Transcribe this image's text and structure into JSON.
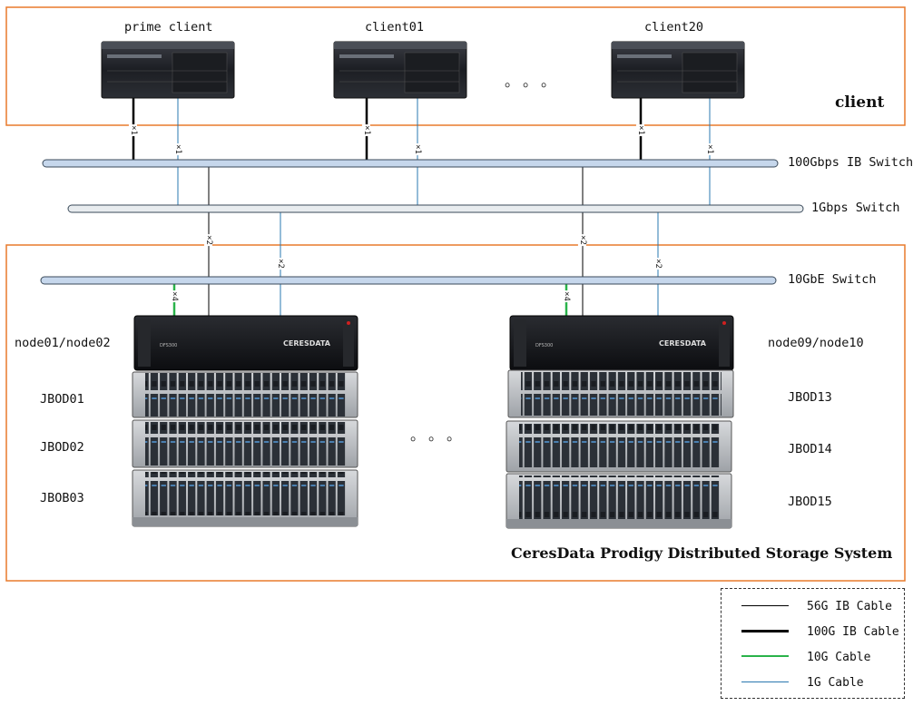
{
  "clients": [
    {
      "label": "prime client"
    },
    {
      "label": "client01"
    },
    {
      "label": "client20"
    }
  ],
  "client_group_label": "client",
  "switches": {
    "ib_100g": "100Gbps IB Switch",
    "gbe_1g": "1Gbps Switch",
    "gbe_10g": "10GbE Switch"
  },
  "cable_counts": {
    "x1": "×1",
    "x2": "×2",
    "x4": "×4"
  },
  "nodes": [
    {
      "label": "node01/node02",
      "brand": "CERESDATA",
      "model": "DFS300"
    },
    {
      "label": "node09/node10",
      "brand": "CERESDATA",
      "model": "DFS300"
    }
  ],
  "jbods_left": [
    "JBOD01",
    "JBOD02",
    "JBOB03"
  ],
  "jbods_right": [
    "JBOD13",
    "JBOD14",
    "JBOD15"
  ],
  "ellipsis": "。。。",
  "system_title": "CeresData Prodigy Distributed Storage System",
  "legend": [
    {
      "label": "56G IB Cable",
      "color": "#000000",
      "width": 1
    },
    {
      "label": "100G IB Cable",
      "color": "#000000",
      "width": 3
    },
    {
      "label": "10G Cable",
      "color": "#2ab34a",
      "width": 2.5
    },
    {
      "label": "1G Cable",
      "color": "#2a78b0",
      "width": 1
    }
  ],
  "colors": {
    "frame": "#e87a2c",
    "ib_switch": "#c6d7ec",
    "switch_1g": "#e8ecef",
    "cable_1g": "#2a78b0",
    "cable_10g": "#2ab34a"
  }
}
